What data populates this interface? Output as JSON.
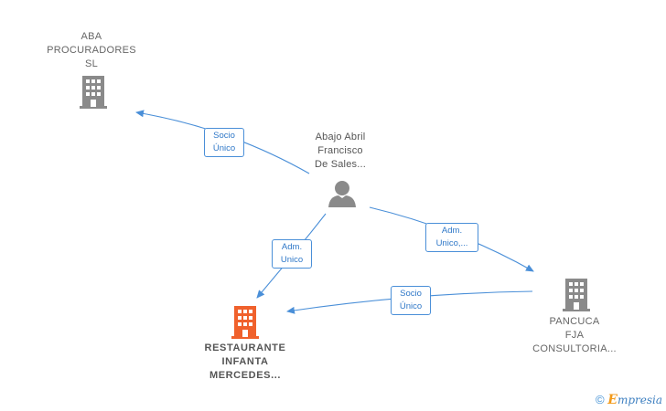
{
  "colors": {
    "edge": "#4a8fd8",
    "building_gray": "#8a8a8a",
    "building_main": "#f0612c",
    "person": "#8a8a8a"
  },
  "nodes": {
    "aba": {
      "lines": [
        "ABA",
        "PROCURADORES",
        "SL"
      ],
      "icon": "building-icon"
    },
    "abajo": {
      "lines": [
        "Abajo Abril",
        "Francisco",
        "De Sales..."
      ],
      "icon": "person-icon"
    },
    "pancuca": {
      "lines": [
        "PANCUCA",
        "FJA",
        "CONSULTORIA..."
      ],
      "icon": "building-icon"
    },
    "restaurante": {
      "lines": [
        "RESTAURANTE",
        "INFANTA",
        "MERCEDES..."
      ],
      "icon": "building-icon"
    }
  },
  "edges": {
    "abajo_aba": [
      "Socio",
      "Único"
    ],
    "abajo_restaurante": [
      "Adm.",
      "Unico"
    ],
    "abajo_pancuca": [
      "Adm.",
      "Unico,..."
    ],
    "pancuca_restaurante": [
      "Socio",
      "Único"
    ]
  },
  "footer": {
    "copyright": "©",
    "brand_initial": "E",
    "brand_rest": "mpresia"
  }
}
